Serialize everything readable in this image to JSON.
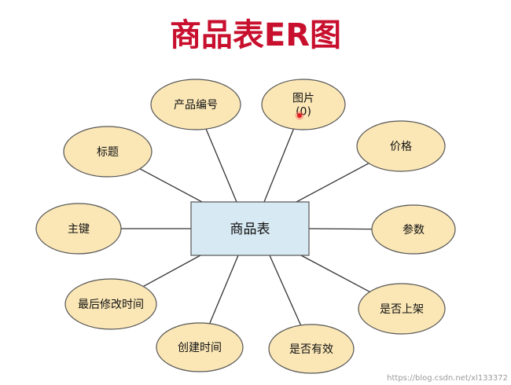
{
  "title": "商品表ER图",
  "colors": {
    "title": "#c8102e",
    "entity_fill": "#d7e9f3",
    "attribute_fill": "#fbe7b6",
    "outline": "#555555",
    "pointer": "#e02020"
  },
  "entity": {
    "label": "商品表"
  },
  "attributes": [
    {
      "key": "product_no",
      "lines": [
        "产品编号"
      ]
    },
    {
      "key": "image",
      "lines": [
        "图片",
        "(0)"
      ]
    },
    {
      "key": "price",
      "lines": [
        "价格"
      ]
    },
    {
      "key": "params",
      "lines": [
        "参数"
      ]
    },
    {
      "key": "on_shelf",
      "lines": [
        "是否上架"
      ]
    },
    {
      "key": "valid",
      "lines": [
        "是否有效"
      ]
    },
    {
      "key": "created_at",
      "lines": [
        "创建时间"
      ]
    },
    {
      "key": "updated_at",
      "lines": [
        "最后修改时间"
      ]
    },
    {
      "key": "primary_key",
      "lines": [
        "主键"
      ]
    },
    {
      "key": "headline",
      "lines": [
        "标题"
      ]
    }
  ],
  "watermark": "https://blog.csdn.net/xl133372"
}
